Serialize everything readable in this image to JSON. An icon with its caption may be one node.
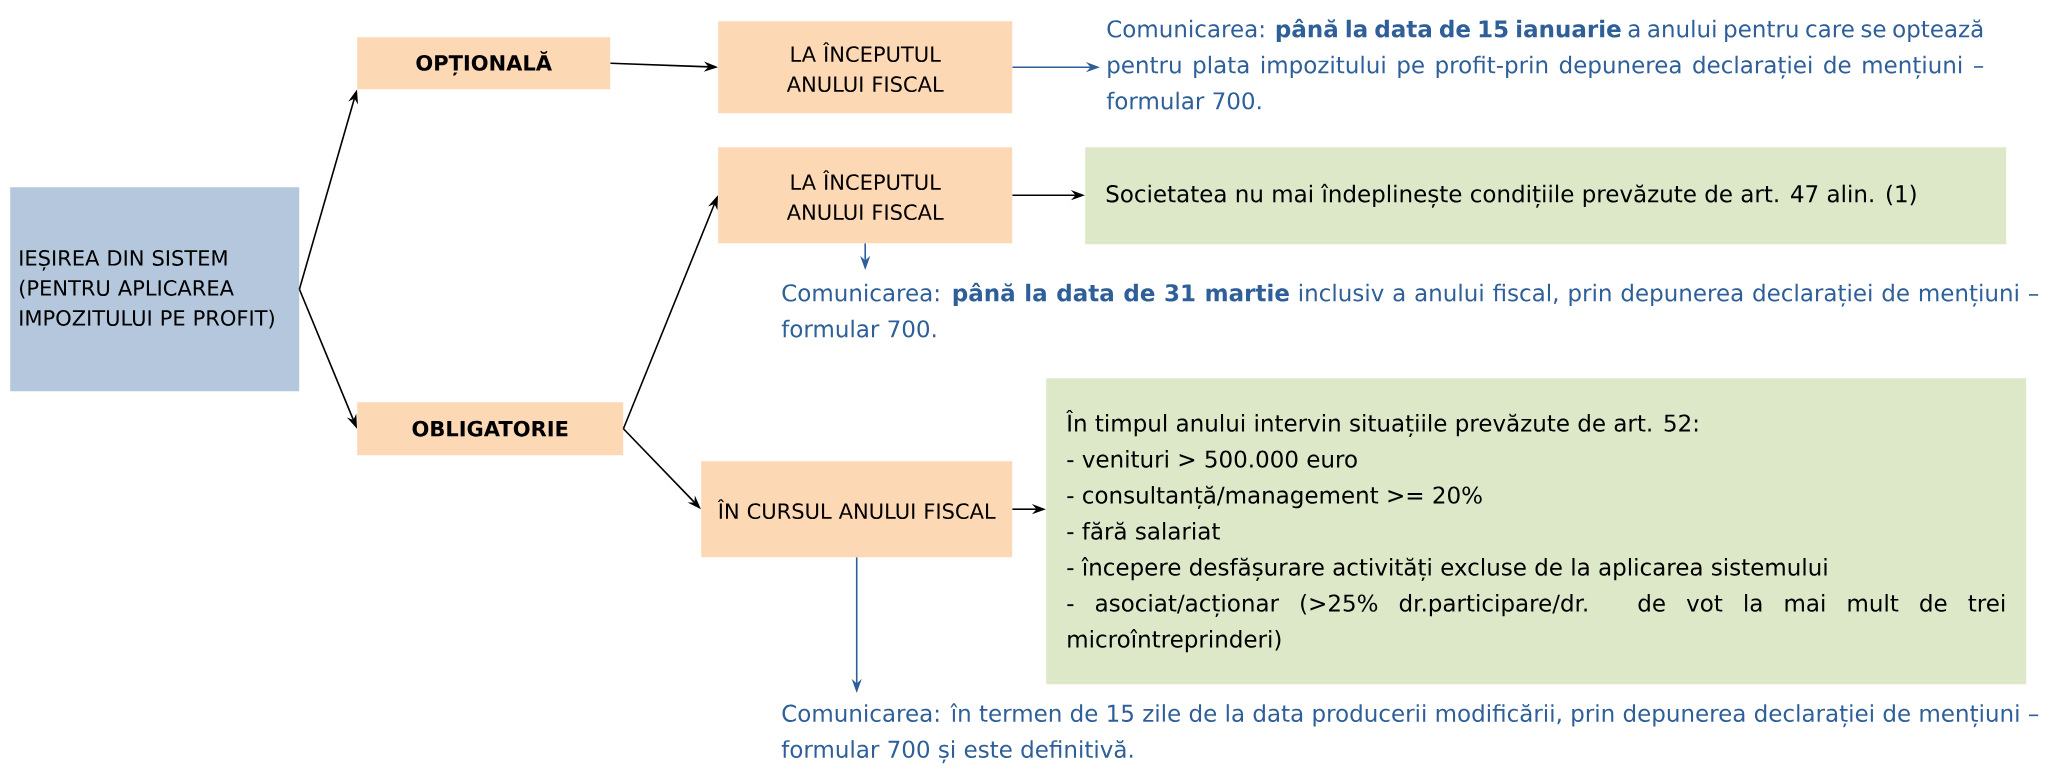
{
  "diagram": {
    "nodes": [
      {
        "text": [
          "IEȘIREA DIN SISTEM (PENTRU APLICAREA IMPOZITULUI PE PROFIT)"
        ]
      },
      {
        "text": [
          "OPȚIONALĂ"
        ]
      },
      {
        "text": [
          "OBLIGATORIE"
        ]
      },
      {
        "text": [
          "LA ÎNCEPUTUL ANULUI FISCAL"
        ]
      },
      {
        "text": [
          "Comunicarea: **până la data de 15 ianuarie** a anului pentru care se optează pentru plata impozitului pe profit-prin depunerea declarației de mențiuni – formular 700."
        ]
      },
      {
        "text": [
          "LA ÎNCEPUTUL ANULUI FISCAL"
        ]
      },
      {
        "text": [
          "Societatea nu mai îndeplinește condițiile prevăzute de art. 47 alin. (1)"
        ]
      },
      {
        "text": [
          "Comunicarea: **până la data de 31 martie** inclusiv a anului fiscal, prin depunerea declarației de mențiuni – formular 700."
        ]
      },
      {
        "text": [
          "ÎN CURSUL ANULUI FISCAL"
        ]
      },
      {
        "text": [
          "În timpul anului intervin situațiile prevăzute de art. 52:",
          "- venituri > 500.000 euro",
          "- consultanță/management >= 20%",
          "- fără salariat",
          "- începere desfășurare activități excluse de la aplicarea sistemului",
          "- asociat/acționar (>25% dr.participare/dr. de vot la mai mult de trei microîntreprinderi)"
        ]
      },
      {
        "text": [
          "Comunicarea: în termen de 15 zile de la data producerii modificării, prin depunerea declarației de mențiuni – formular 700 și este definitivă."
        ]
      }
    ],
    "edges": [
      {
        "from": 0,
        "to": 1,
        "arrow": "to"
      },
      {
        "from": 0,
        "to": 2,
        "arrow": "to"
      },
      {
        "from": 1,
        "to": 3,
        "arrow": "to"
      },
      {
        "from": 3,
        "to": 4,
        "arrow": "to",
        "color": "#2e5f99"
      },
      {
        "from": 2,
        "to": 5,
        "arrow": "to"
      },
      {
        "from": 2,
        "to": 8,
        "arrow": "to"
      },
      {
        "from": 5,
        "to": 6,
        "arrow": "to"
      },
      {
        "from": 5,
        "to": 7,
        "arrow": "to",
        "color": "#2e5f99"
      },
      {
        "from": 8,
        "to": 9,
        "arrow": "to"
      },
      {
        "from": 8,
        "to": 10,
        "arrow": "to",
        "color": "#2e5f99"
      }
    ]
  }
}
